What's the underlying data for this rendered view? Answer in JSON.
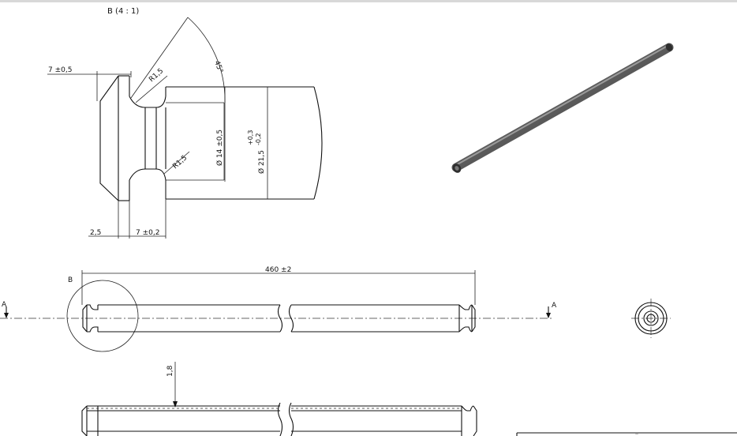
{
  "detail": {
    "title": "B (4 : 1)",
    "dims": {
      "groove_width_top": "7 ±0,5",
      "radius_upper": "R1,5",
      "angle": "45°",
      "radius_lower": "R1,5",
      "inner_diameter": "Ø 14 ±0,5",
      "outer_diameter": "Ø 21,5",
      "tol_plus": "+0,3",
      "tol_minus": "-0,2",
      "chamfer": "2,5",
      "groove_width_bottom": "7 ±0,2"
    }
  },
  "main_view": {
    "detail_marker": "B",
    "length": "460 ±2",
    "section_left": "A",
    "section_right": "A"
  },
  "section_view": {
    "wall": "1,8"
  },
  "title_block": {
    "small_text": "—"
  },
  "colors": {
    "line": "#111111",
    "rod_dark": "#4a4a4a",
    "rod_light": "#9a9a9a"
  }
}
